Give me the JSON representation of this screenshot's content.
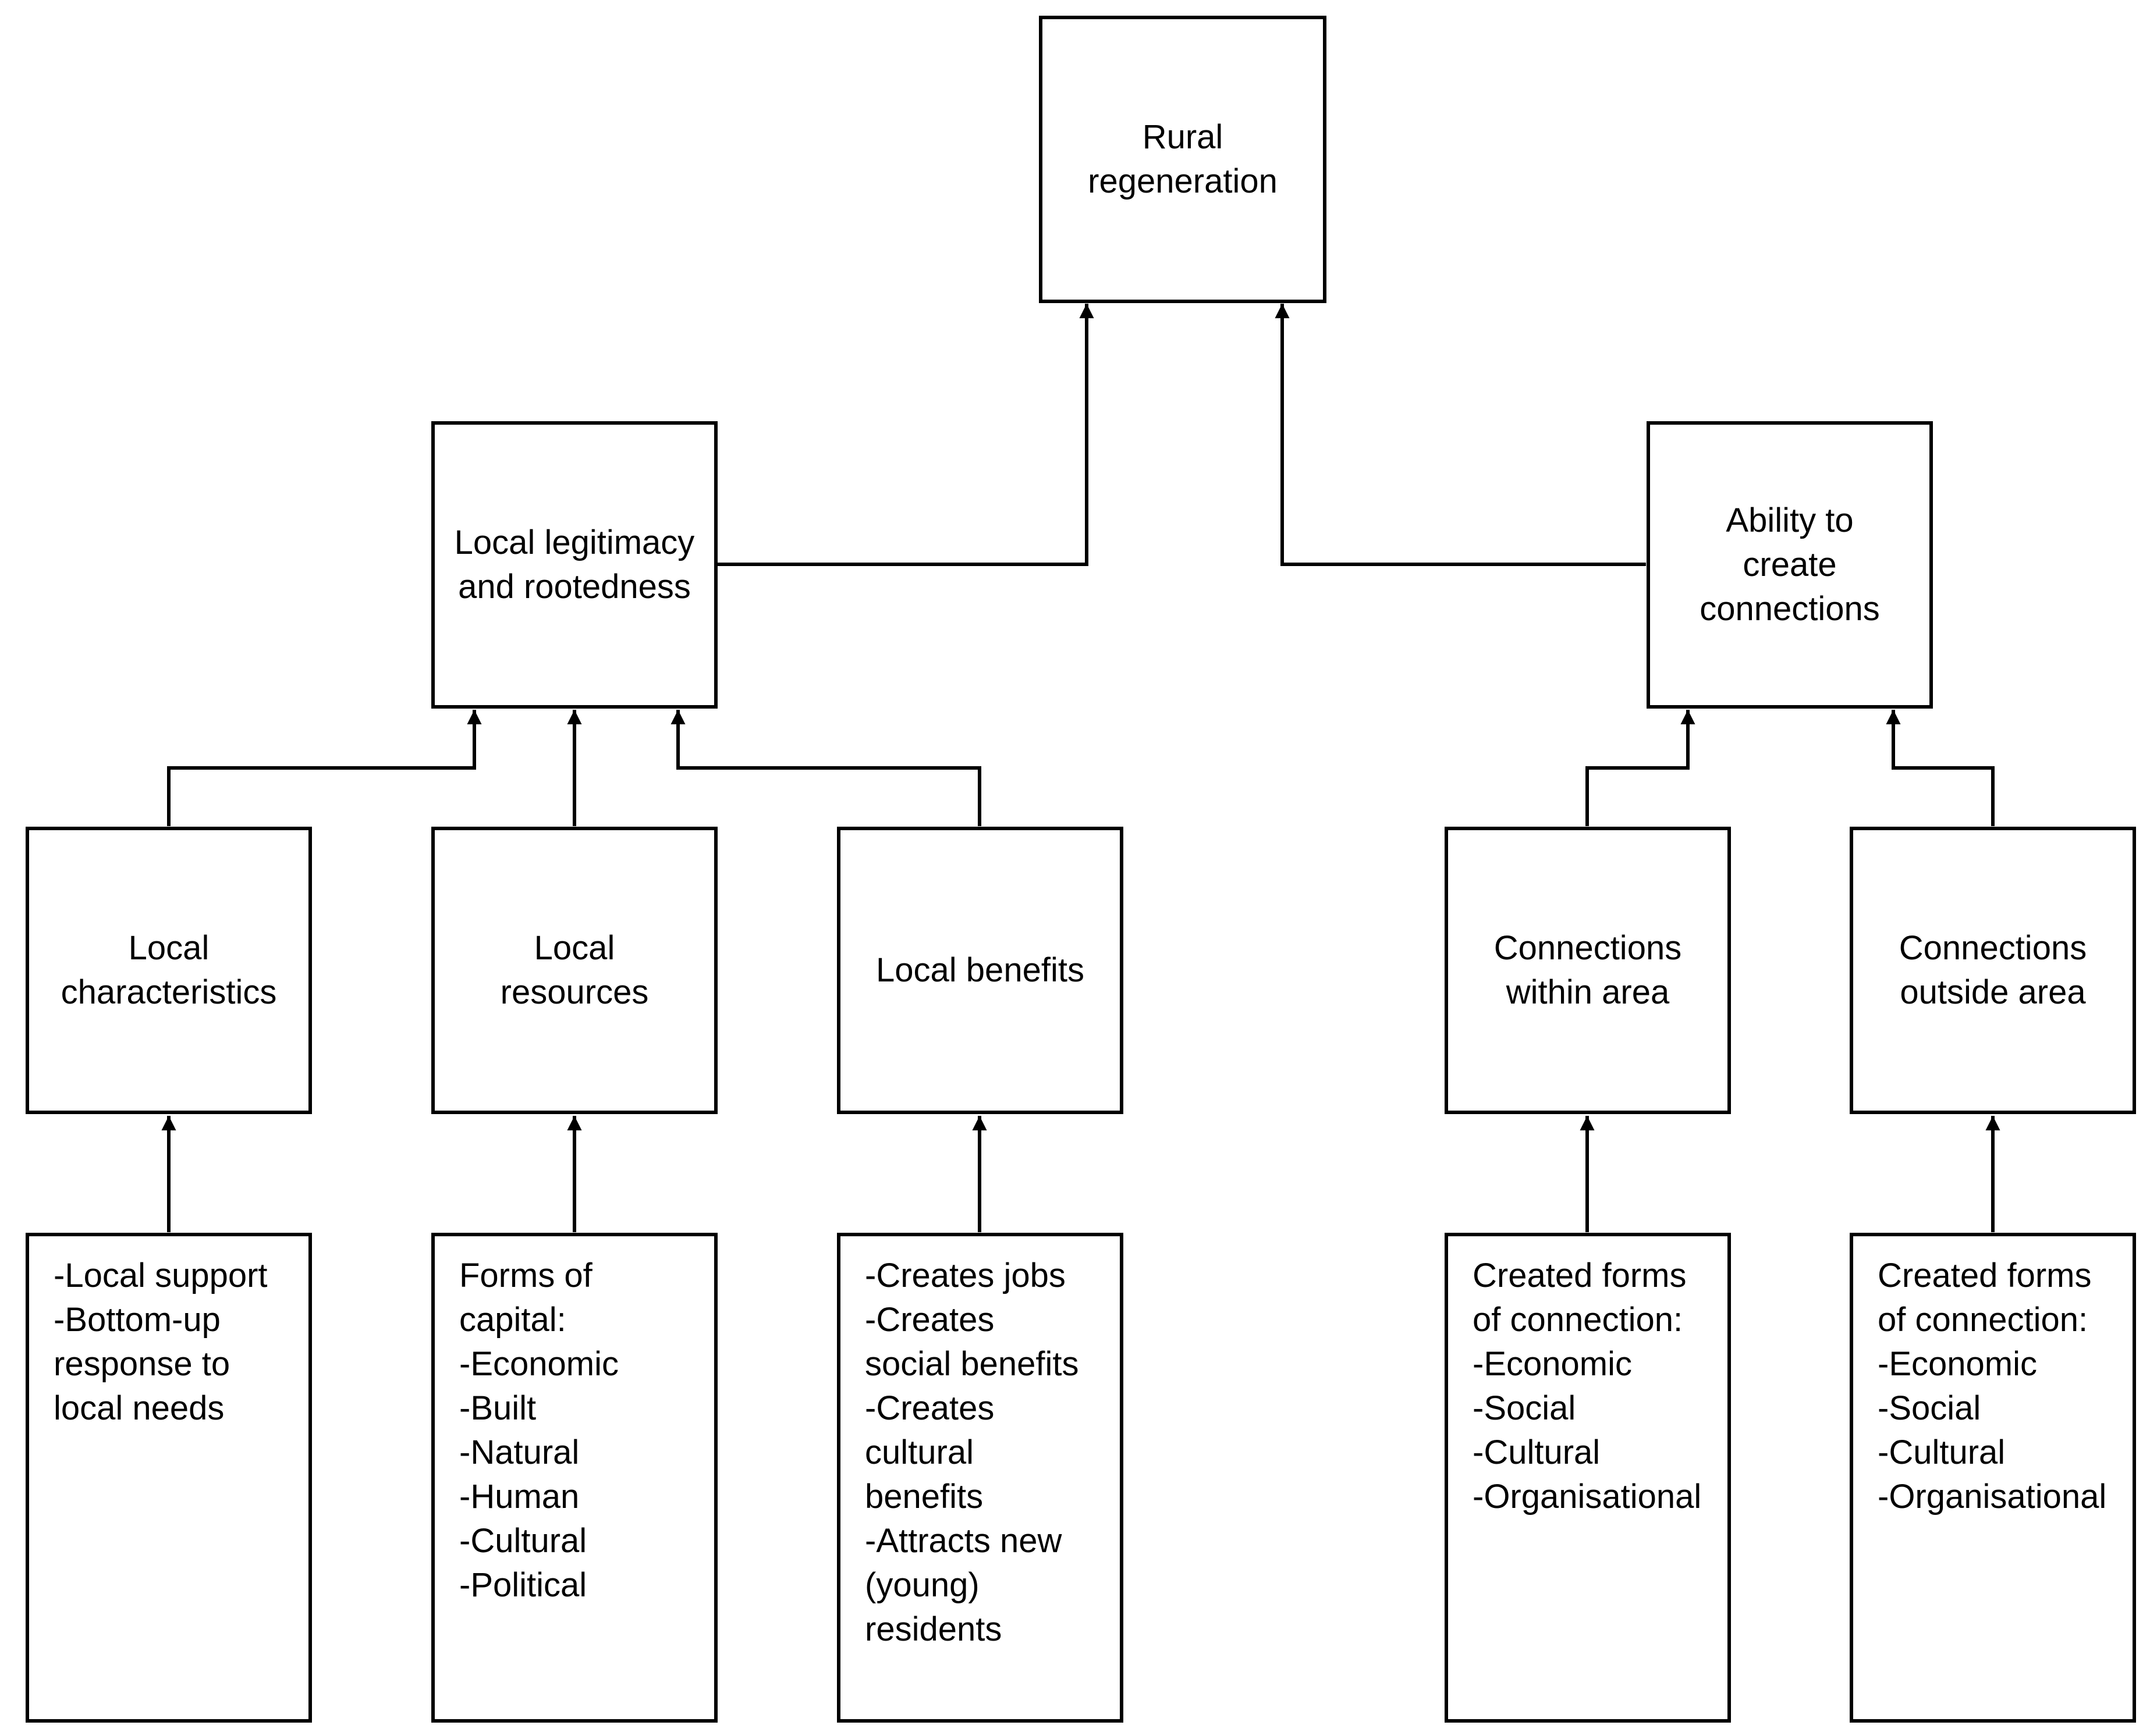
{
  "diagram": {
    "root": {
      "label": "Rural regeneration"
    },
    "pillars": [
      {
        "id": "legitimacy",
        "label": "Local legitimacy and rootedness"
      },
      {
        "id": "connections",
        "label": "Ability to create connections"
      }
    ],
    "factors": [
      {
        "id": "characteristics",
        "label": "Local characteristics"
      },
      {
        "id": "resources",
        "label": "Local resources"
      },
      {
        "id": "benefits",
        "label": "Local benefits"
      },
      {
        "id": "within",
        "label": "Connections within area"
      },
      {
        "id": "outside",
        "label": "Connections outside area"
      }
    ],
    "details": [
      {
        "id": "characteristics",
        "lines": [
          "-Local support",
          "-Bottom-up",
          "response to",
          "local needs"
        ]
      },
      {
        "id": "resources",
        "lines": [
          "Forms of",
          "capital:",
          "-Economic",
          "-Built",
          "-Natural",
          "-Human",
          "-Cultural",
          "-Political"
        ]
      },
      {
        "id": "benefits",
        "lines": [
          "-Creates jobs",
          "-Creates",
          "social benefits",
          "-Creates",
          "cultural",
          "benefits",
          "-Attracts new",
          "(young)",
          "residents"
        ]
      },
      {
        "id": "within",
        "lines": [
          "Created forms",
          "of connection:",
          "-Economic",
          "-Social",
          "-Cultural",
          "-Organisational"
        ]
      },
      {
        "id": "outside",
        "lines": [
          "Created forms",
          "of connection:",
          "-Economic",
          "-Social",
          "-Cultural",
          "-Organisational"
        ]
      }
    ],
    "colors": {
      "stroke": "#000000",
      "fill": "#ffffff"
    }
  }
}
